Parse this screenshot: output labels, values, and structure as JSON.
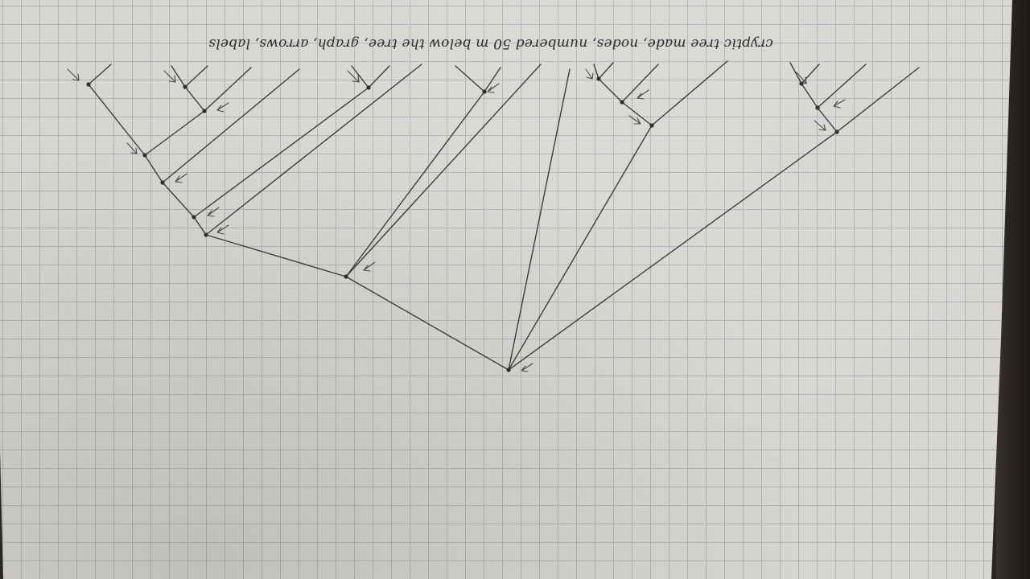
{
  "note": {
    "text": "cryptic tree made, nodes, numbered 50 m below the tree, graph, arrows, labels"
  },
  "colors": {
    "paper": "#d7d6d1",
    "grid": "#8c96a5",
    "ink": "#3d3d3d",
    "background": "#2a2522"
  },
  "icons": {
    "node": "filled-dot",
    "arrow": "arrow-pointer"
  }
}
